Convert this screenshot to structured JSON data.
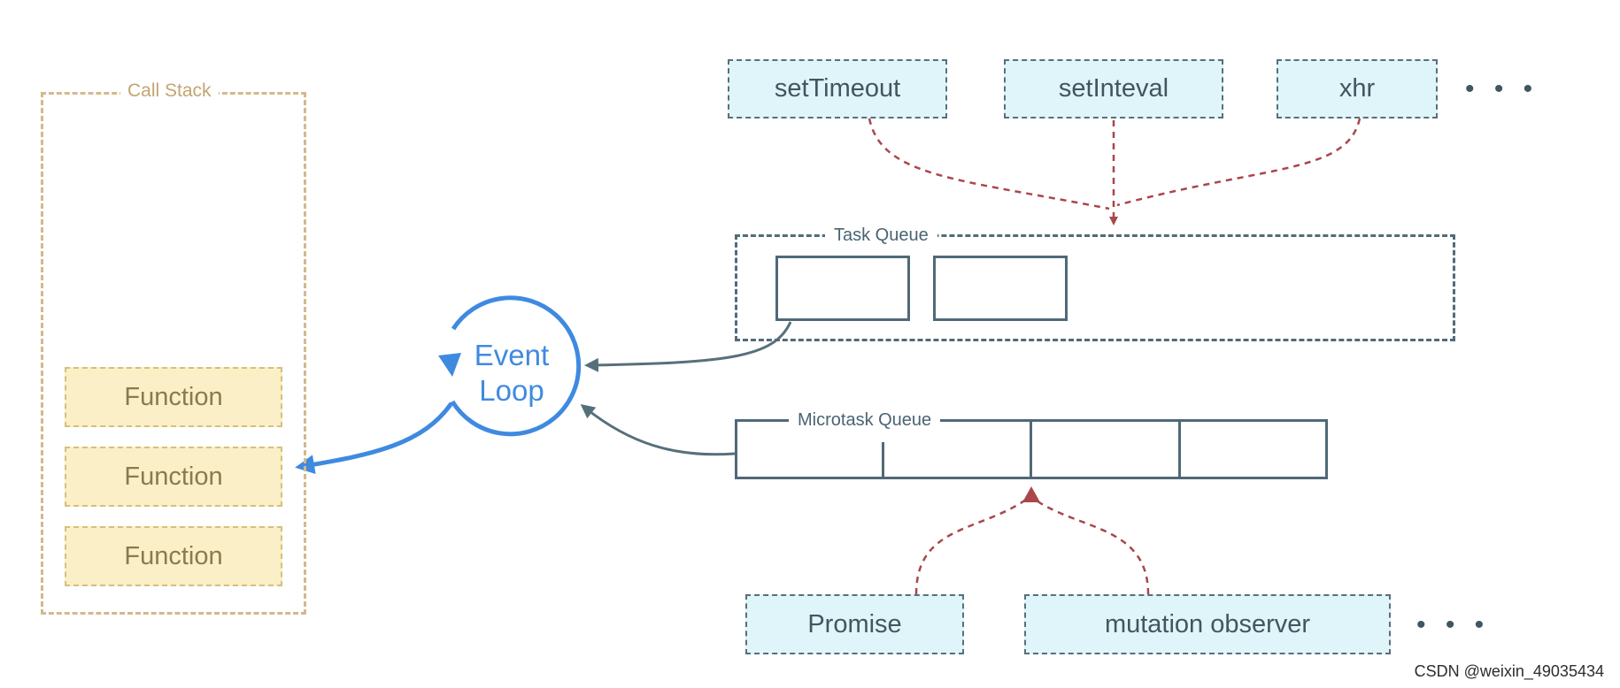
{
  "call_stack": {
    "label": "Call Stack",
    "functions": [
      "Function",
      "Function",
      "Function"
    ]
  },
  "event_loop": {
    "line1": "Event",
    "line2": "Loop"
  },
  "task_sources": [
    "setTimeout",
    "setInteval",
    "xhr"
  ],
  "task_sources_more": "• • •",
  "task_queue": {
    "label": "Task Queue"
  },
  "microtask_queue": {
    "label": "Microtask Queue"
  },
  "microtask_sources": [
    "Promise",
    "mutation observer"
  ],
  "microtask_sources_more": "• • •",
  "credit": "CSDN @weixin_49035434",
  "colors": {
    "call_stack_border": "#d4b98b",
    "function_fill": "#fbefc7",
    "source_fill": "#e0f5f9",
    "queue_border": "#4f6977",
    "event_loop": "#3f8ae0",
    "source_arrows": "#a9474a"
  }
}
